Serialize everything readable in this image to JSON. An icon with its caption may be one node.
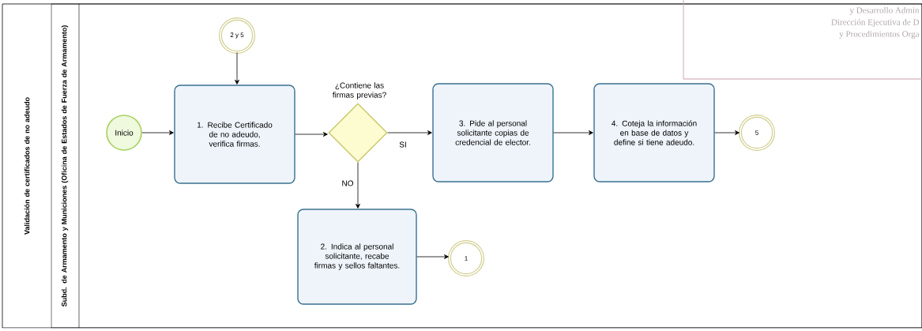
{
  "diagram": {
    "nodes": [
      {
        "text": [
          "Validación de certificados de no adeudo"
        ]
      },
      {
        "text": [
          "Subd. de Armamento y Municiones (Oficina de Estados de Fuerza de Armamento)"
        ],
        "in": 0
      },
      {
        "text": [
          "Inicio"
        ],
        "in": 1
      },
      {
        "text": [
          "2 y 5"
        ],
        "in": 1
      },
      {
        "text": [
          "1. Recibe Certificado de no adeudo, verifica firmas."
        ],
        "in": 1
      },
      {
        "text": [
          "¿Contiene las firmas previas?"
        ],
        "in": 1
      },
      {
        "text": [
          "3. Pide al personal solicitante copias de credencial de elector."
        ],
        "in": 1
      },
      {
        "text": [
          "4. Coteja la información en base de datos y define si tiene adeudo."
        ],
        "in": 1
      },
      {
        "text": [
          "5"
        ],
        "in": 1
      },
      {
        "text": [
          "2. Indica al personal solicitante, recabe firmas y sellos faltantes."
        ],
        "in": 1
      },
      {
        "text": [
          "1"
        ],
        "in": 1
      },
      {
        "text": [
          "y Desarrollo Admin",
          "Dirección Ejecutiva de D",
          "y Procedimientos Orga"
        ]
      }
    ],
    "edges": [
      {
        "from": 2,
        "to": 4,
        "arrow": "to"
      },
      {
        "from": 3,
        "to": 4,
        "arrow": "to"
      },
      {
        "from": 4,
        "to": 5,
        "arrow": "to"
      },
      {
        "from": 5,
        "to": 6,
        "arrow": "to",
        "label": "SI"
      },
      {
        "from": 6,
        "to": 7,
        "arrow": "to"
      },
      {
        "from": 7,
        "to": 8,
        "arrow": "to"
      },
      {
        "from": 5,
        "to": 9,
        "arrow": "to",
        "label": "NO"
      },
      {
        "from": 9,
        "to": 10,
        "arrow": "to"
      }
    ]
  }
}
